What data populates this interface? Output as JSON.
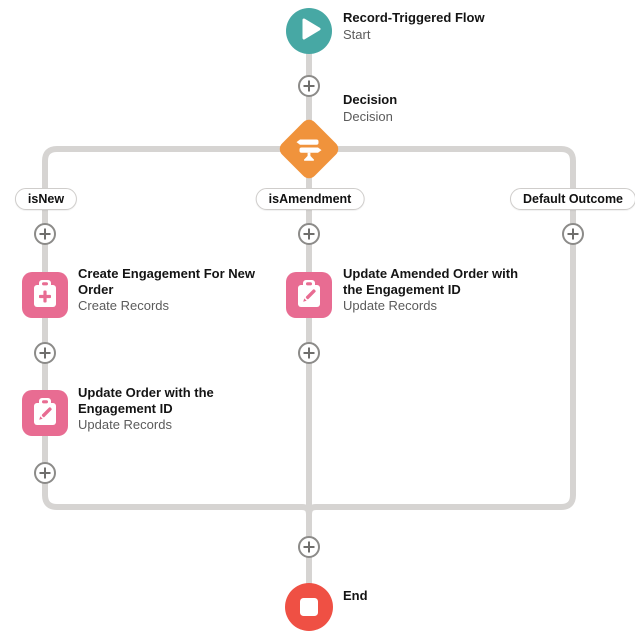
{
  "app": "Flow Builder Canvas",
  "colors": {
    "start_teal": "#47A8A4",
    "decision_orange": "#F0933C",
    "record_pink": "#E86C92",
    "end_red": "#EF5044",
    "connector_gray": "#D6D4D2"
  },
  "nodes": {
    "start": {
      "title": "Record-Triggered Flow",
      "subtitle": "Start",
      "icon": "play-icon"
    },
    "decision": {
      "title": "Decision",
      "subtitle": "Decision",
      "icon": "signpost-icon"
    },
    "create_engagement": {
      "title": "Create Engagement For New Order",
      "subtitle": "Create Records",
      "icon": "clipboard-plus-icon"
    },
    "update_order": {
      "title": "Update Order with the Engagement ID",
      "subtitle": "Update Records",
      "icon": "clipboard-pencil-icon"
    },
    "update_amended": {
      "title": "Update Amended Order with the Engagement ID",
      "subtitle": "Update Records",
      "icon": "clipboard-pencil-icon"
    },
    "end": {
      "title": "End",
      "icon": "stop-icon"
    }
  },
  "branches": [
    {
      "label": "isNew"
    },
    {
      "label": "isAmendment"
    },
    {
      "label": "Default Outcome"
    }
  ]
}
